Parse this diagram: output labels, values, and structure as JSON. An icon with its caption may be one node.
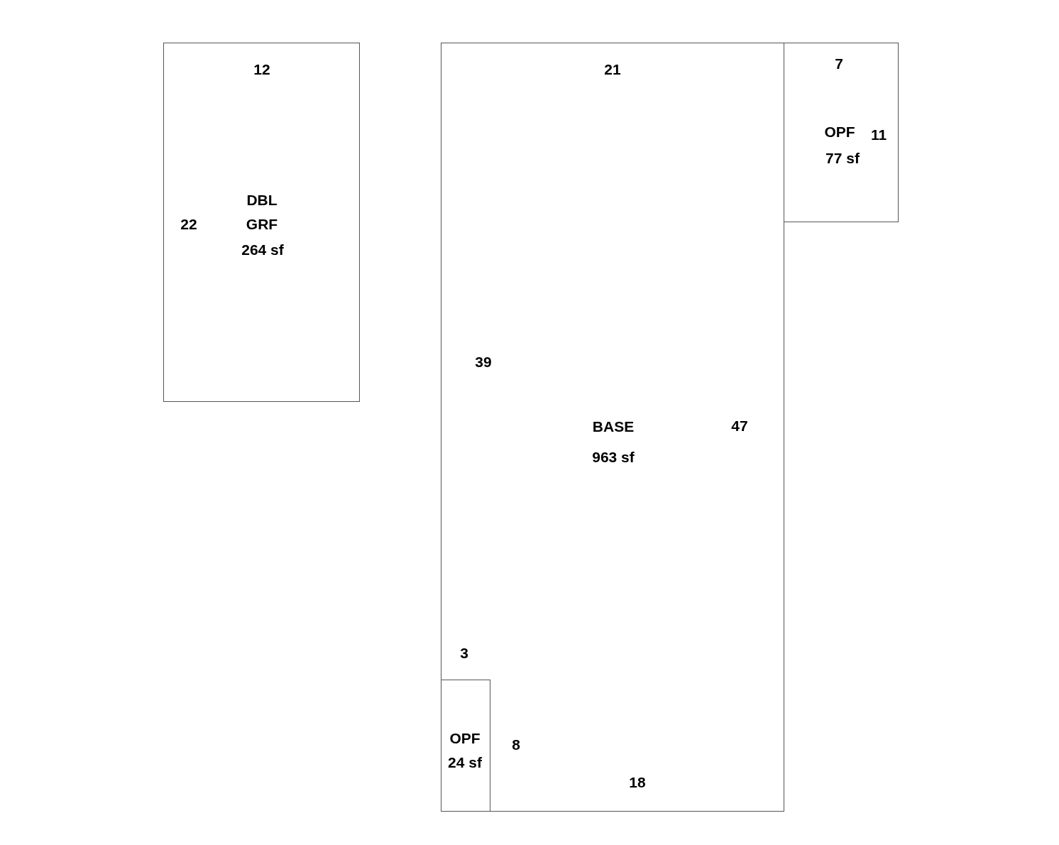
{
  "diagram": {
    "nodes": [
      {
        "text": [
          "DBL GRF",
          "264 sf"
        ]
      },
      {
        "text": [
          "BASE",
          "963 sf"
        ]
      },
      {
        "text": [
          "OPF",
          "77 sf"
        ]
      },
      {
        "text": [
          "OPF",
          "24 sf"
        ],
        "in": 1
      }
    ],
    "edges": [],
    "labels": [
      "7",
      "12",
      "21",
      "11",
      "22",
      "39",
      "47",
      "3",
      "8",
      "18"
    ]
  }
}
